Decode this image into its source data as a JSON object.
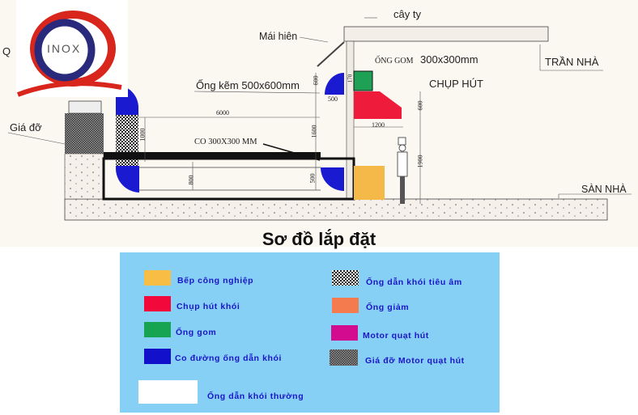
{
  "logo": {
    "text": "INOX",
    "letter": "Q"
  },
  "diagram": {
    "labels": {
      "cay_ty": "cây ty",
      "mai_hien": "Mái hiên",
      "ong_gom": "ỐNG GOM",
      "ong_gom_size": "300x300mm",
      "tran_nha": "TRẦN NHÀ",
      "ong_kem": "Ống kẽm 500x600mm",
      "chup_hut": "CHỤP HÚT",
      "gia_do": "Giá đỡ",
      "co": "CO 300X300 MM",
      "san_nha": "SÀN NHÀ",
      "left_cut": "Q"
    },
    "dimensions": {
      "d6000": "6000",
      "d1000": "1000",
      "d1600": "1600",
      "d800": "800",
      "d500a": "500",
      "d500b": "500",
      "d600a": "600",
      "d600b": "600",
      "d170": "170",
      "d1200": "1200",
      "d1900": "1900"
    }
  },
  "title": "Sơ đồ lắp đặt",
  "legend": {
    "items": [
      {
        "label": "Bếp công nghiệp",
        "color": "#f8bd45"
      },
      {
        "label": "Chụp hút khói",
        "color": "#f2083a"
      },
      {
        "label": "Ống gom",
        "color": "#17a452"
      },
      {
        "label": "Co đường ống dẫn khói",
        "color": "#1310cc"
      },
      {
        "label": "Ống dẫn khói tiêu âm",
        "color": "checker-light"
      },
      {
        "label": "Ống giảm",
        "color": "#f47b4e"
      },
      {
        "label": "Motor quạt hút",
        "color": "#d30c8f"
      },
      {
        "label": "Giá đỡ Motor quạt hút",
        "color": "checker-dark"
      },
      {
        "label": "Ống dẫn khói thường",
        "color": "#ffffff"
      }
    ]
  }
}
